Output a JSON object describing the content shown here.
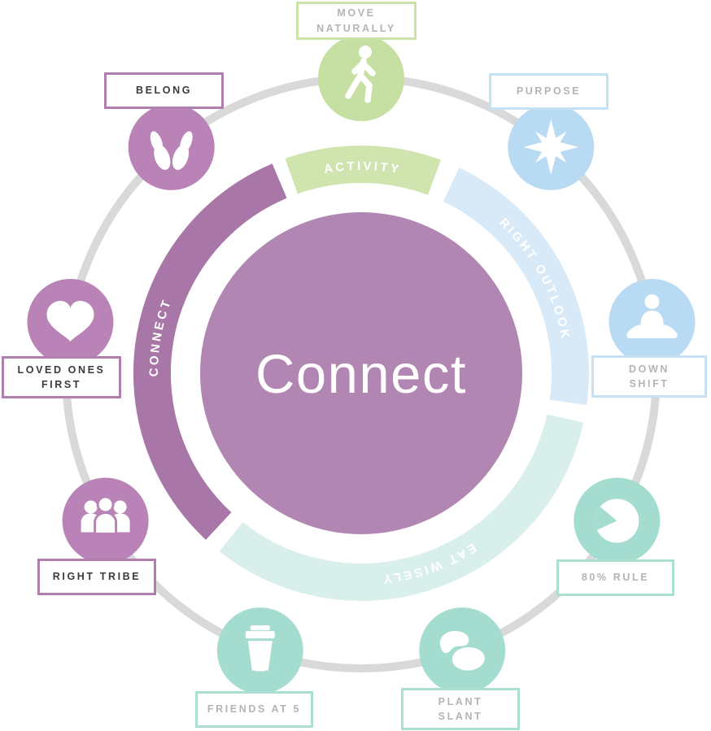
{
  "center": {
    "label": "Connect"
  },
  "segments": [
    {
      "id": "activity",
      "label": "ACTIVITY"
    },
    {
      "id": "right-outlook",
      "label": "RIGHT OUTLOOK"
    },
    {
      "id": "eat-wisely",
      "label": "EAT WISELY"
    },
    {
      "id": "connect",
      "label": "CONNECT"
    }
  ],
  "categories": [
    {
      "label": "MOVE\nNATURALLY",
      "group": "activity",
      "icon": "walking-person-icon"
    },
    {
      "label": "PURPOSE",
      "group": "right-outlook",
      "icon": "compass-star-icon"
    },
    {
      "label": "DOWN\nSHIFT",
      "group": "right-outlook",
      "icon": "meditation-person-icon"
    },
    {
      "label": "80% RULE",
      "group": "eat-wisely",
      "icon": "pie-chart-icon"
    },
    {
      "label": "PLANT\nSLANT",
      "group": "eat-wisely",
      "icon": "beans-icon"
    },
    {
      "label": "FRIENDS AT 5",
      "group": "eat-wisely",
      "icon": "coffee-cup-icon"
    },
    {
      "label": "RIGHT TRIBE",
      "group": "connect",
      "icon": "people-group-icon"
    },
    {
      "label": "LOVED ONES\nFIRST",
      "group": "connect",
      "icon": "heart-icon"
    },
    {
      "label": "BELONG",
      "group": "connect",
      "icon": "open-hands-icon"
    }
  ],
  "colors": {
    "ring": "#d9d9d9",
    "center_circle": "#b286b2",
    "activity_circle": "#c6dfa3",
    "activity_arc": "#cfe4ae",
    "right_outlook_circle": "#b9daf3",
    "right_outlook_arc": "#d8eaf8",
    "eat_wisely_circle": "#a4ddcf",
    "eat_wisely_arc": "#d9efeb",
    "connect_circle": "#b983b7",
    "connect_arc": "#a976a8",
    "label_text_gray": "#b4b4b4",
    "label_text_dark": "#3b3b3b"
  }
}
